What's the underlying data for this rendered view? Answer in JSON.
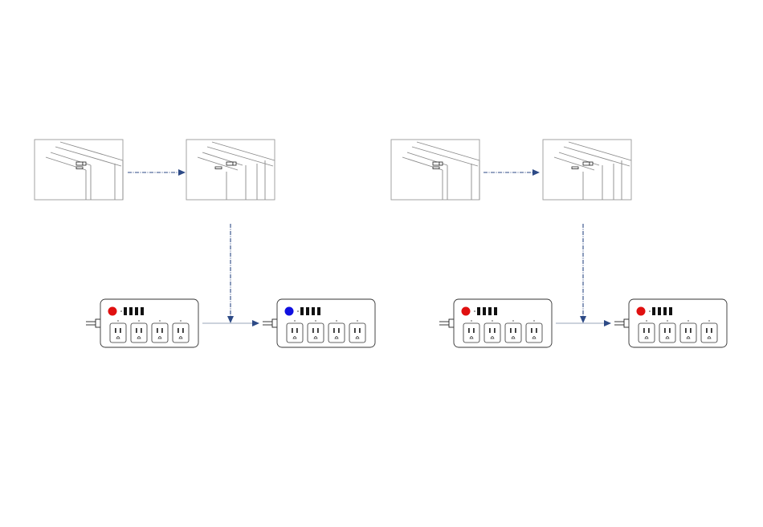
{
  "diagram": {
    "scenarios": [
      {
        "sensor_states": [
          "closed",
          "opened"
        ],
        "strips": [
          {
            "indicator_color": "#e01010",
            "outlets": 4,
            "usb_ports": 4
          },
          {
            "indicator_color": "#1010e0",
            "outlets": 4,
            "usb_ports": 4
          }
        ]
      },
      {
        "sensor_states": [
          "closed",
          "opened"
        ],
        "strips": [
          {
            "indicator_color": "#e01010",
            "outlets": 4,
            "usb_ports": 4
          },
          {
            "indicator_color": "#e01010",
            "outlets": 4,
            "usb_ports": 4
          }
        ]
      }
    ],
    "colors": {
      "arrow": "#2d4a86",
      "frame": "#8a8a8a",
      "indicator_on": "#1010e0",
      "indicator_off": "#e01010"
    }
  }
}
